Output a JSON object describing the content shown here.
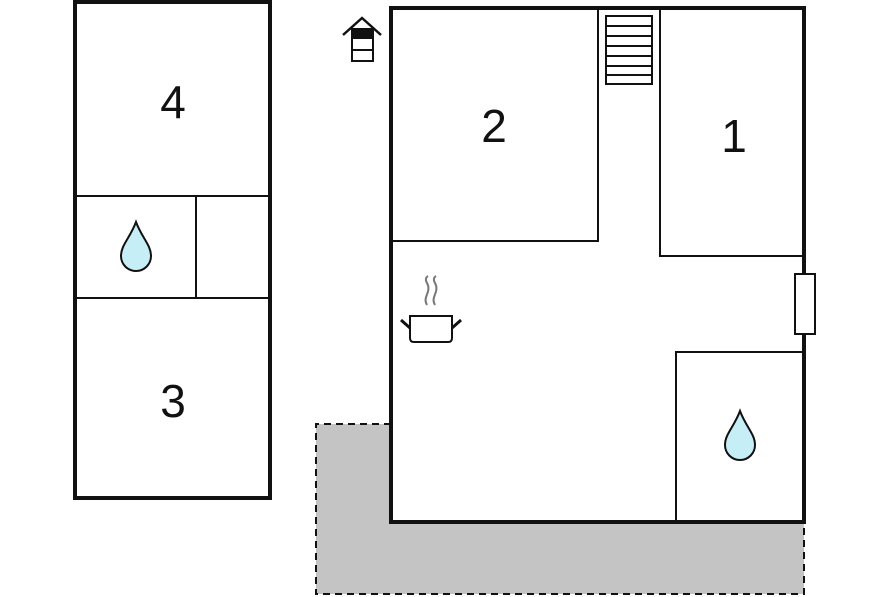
{
  "colors": {
    "wall": "#111111",
    "background": "#ffffff",
    "terrace": "#c4c4c4",
    "water": "#c6eef6",
    "icon_stroke": "#222222"
  },
  "rooms": [
    {
      "id": "room-1",
      "label": "1"
    },
    {
      "id": "room-2",
      "label": "2"
    },
    {
      "id": "room-3",
      "label": "3"
    },
    {
      "id": "room-4",
      "label": "4"
    }
  ],
  "icons": [
    {
      "name": "entrance-icon"
    },
    {
      "name": "stairs-icon"
    },
    {
      "name": "kitchen-pot-icon"
    },
    {
      "name": "bathroom-water-drop-icon"
    },
    {
      "name": "bathroom-water-drop-icon-2"
    },
    {
      "name": "window-icon"
    }
  ]
}
